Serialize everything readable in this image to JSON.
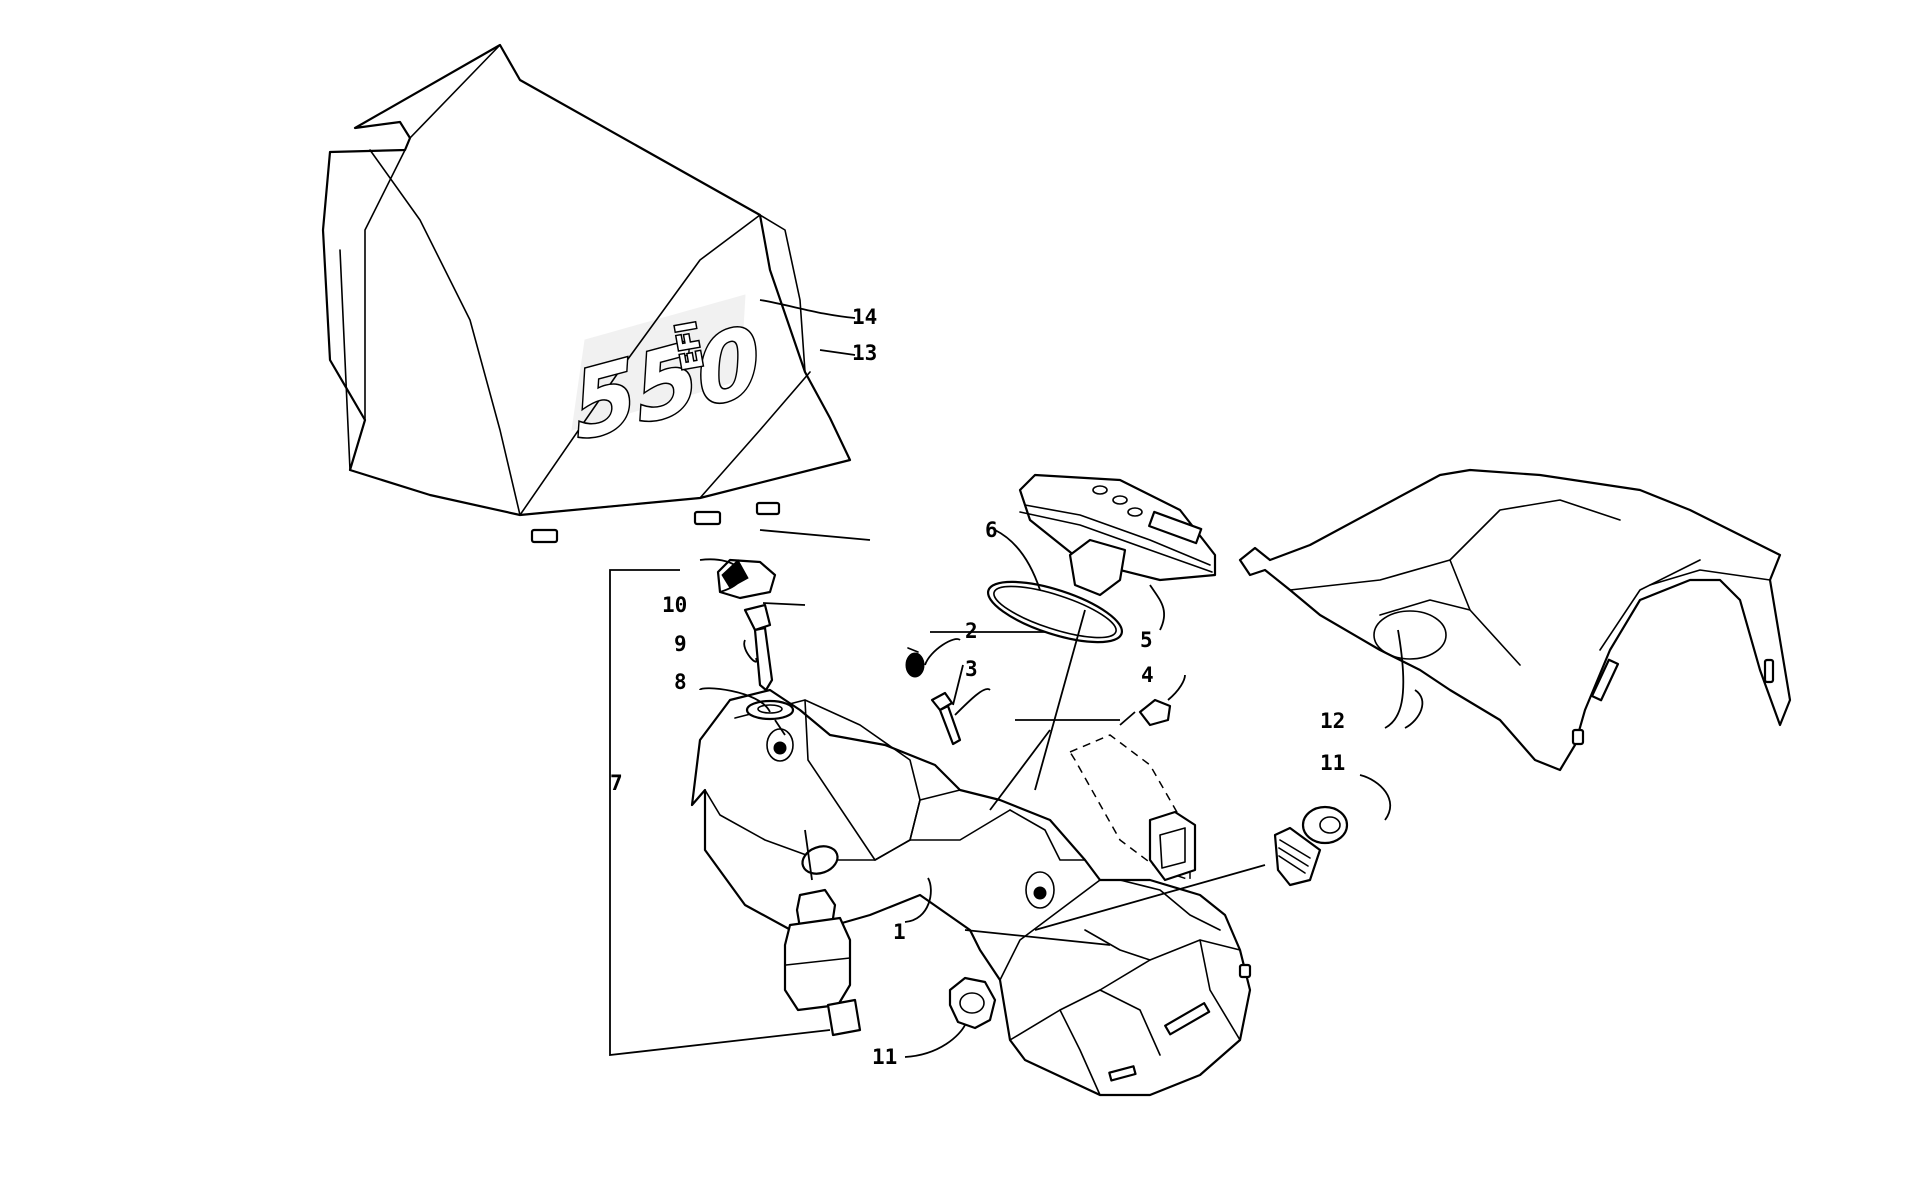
{
  "colors": {
    "line": "#000000",
    "background": "#ffffff"
  },
  "decal": {
    "main": "550",
    "suffix": "EFI"
  },
  "callouts": {
    "c1": "1",
    "c2": "2",
    "c3": "3",
    "c4": "4",
    "c5": "5",
    "c6": "6",
    "c7": "7",
    "c8": "8",
    "c9": "9",
    "c10": "10",
    "c11a": "11",
    "c11b": "11",
    "c12": "12",
    "c13": "13",
    "c14": "14"
  }
}
